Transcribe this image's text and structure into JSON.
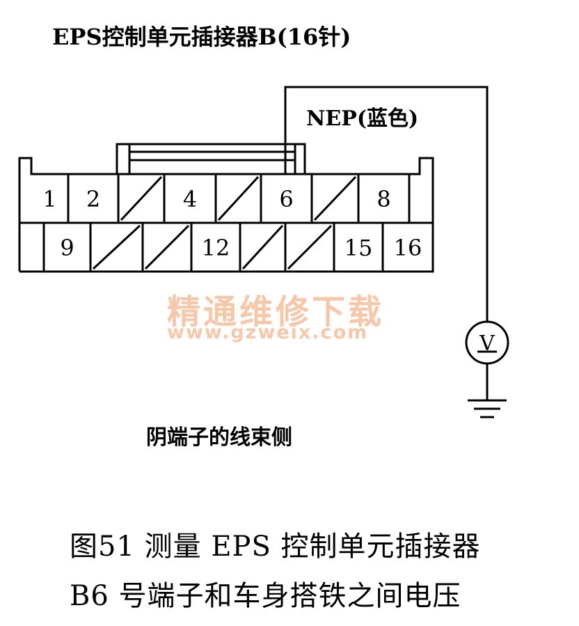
{
  "title": "EPS控制单元插接器B(16针)",
  "wire_label": "NEP(蓝色)",
  "side_label": "阴端子的线束侧",
  "meter_symbol": "V",
  "watermark": {
    "line1": "精通维修下载",
    "line2": "www.gzweix.com",
    "color": "#f6c7a8"
  },
  "caption": {
    "line1": "图51   测量 EPS 控制单元插接器",
    "line2": "B6 号端子和车身搭铁之间电压"
  },
  "connector": {
    "top_row": [
      {
        "label": "1",
        "used": true
      },
      {
        "label": "2",
        "used": true
      },
      {
        "label": "",
        "used": false
      },
      {
        "label": "4",
        "used": true
      },
      {
        "label": "",
        "used": false
      },
      {
        "label": "6",
        "used": true
      },
      {
        "label": "",
        "used": false
      },
      {
        "label": "8",
        "used": true
      }
    ],
    "bottom_row": [
      {
        "label": "9",
        "used": true
      },
      {
        "label": "",
        "used": false
      },
      {
        "label": "",
        "used": false
      },
      {
        "label": "12",
        "used": true
      },
      {
        "label": "",
        "used": false
      },
      {
        "label": "",
        "used": false
      },
      {
        "label": "15",
        "used": true
      },
      {
        "label": "16",
        "used": true
      }
    ]
  }
}
